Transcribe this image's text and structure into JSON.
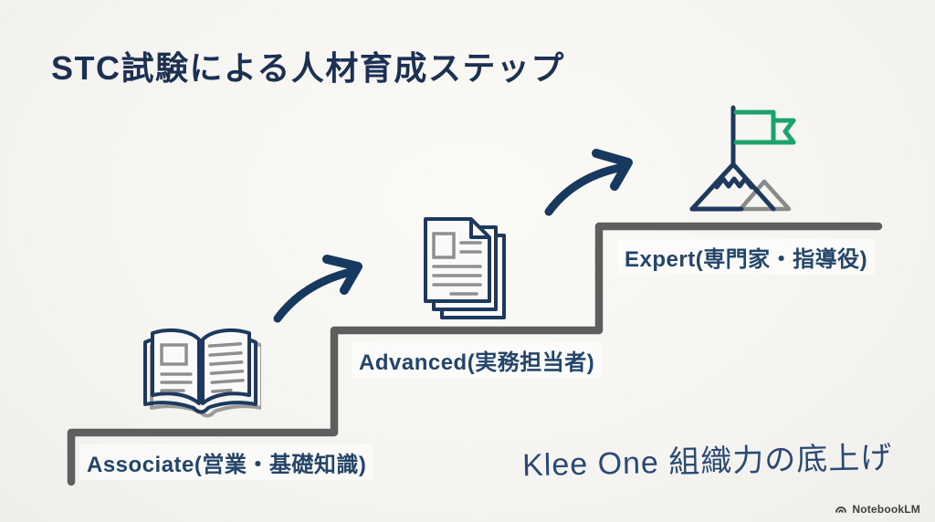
{
  "page": {
    "title": "STC試験による人材育成ステップ",
    "background": "#f6f5f1"
  },
  "colors": {
    "title_navy": "#1b3052",
    "icon_navy": "#1d3a5e",
    "label_navy": "#24456a",
    "stair_gray": "#5e5e5e",
    "detail_gray": "#8f8f8f",
    "flag_green": "#1ba36b",
    "tagline_navy": "#2b4a73"
  },
  "steps": [
    {
      "name": "associate",
      "label": "Associate(営業・基礎知識)",
      "icon": "open-book-icon"
    },
    {
      "name": "advanced",
      "label": "Advanced(実務担当者)",
      "icon": "documents-icon"
    },
    {
      "name": "expert",
      "label": "Expert(専門家・指導役)",
      "icon": "mountain-flag-icon"
    }
  ],
  "arrows": [
    {
      "icon": "curved-arrow-icon",
      "from": "associate",
      "to": "advanced"
    },
    {
      "icon": "curved-arrow-icon",
      "from": "advanced",
      "to": "expert"
    }
  ],
  "footer": {
    "tagline": "Klee One 組織力の底上げ",
    "watermark": "NotebookLM",
    "watermark_icon": "notebooklm-logo-icon"
  }
}
